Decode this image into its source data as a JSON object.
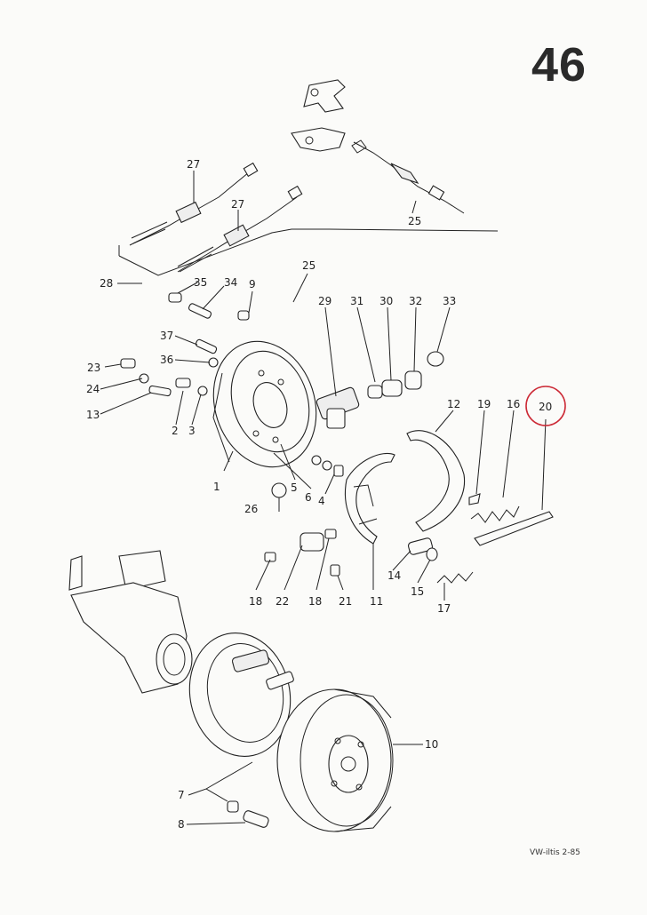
{
  "page": {
    "number": "46",
    "footer": "VW-iltis 2-85"
  },
  "labels": {
    "p1": "1",
    "p2": "2",
    "p3": "3",
    "p4": "4",
    "p5": "5",
    "p6": "6",
    "p7": "7",
    "p8": "8",
    "p9": "9",
    "p10": "10",
    "p11": "11",
    "p12": "12",
    "p13": "13",
    "p14": "14",
    "p15": "15",
    "p16": "16",
    "p17": "17",
    "p18a": "18",
    "p18b": "18",
    "p19": "19",
    "p20": "20",
    "p21": "21",
    "p22": "22",
    "p23": "23",
    "p24": "24",
    "p25a": "25",
    "p25b": "25",
    "p26": "26",
    "p27a": "27",
    "p27b": "27",
    "p28": "28",
    "p29": "29",
    "p30": "30",
    "p31": "31",
    "p32": "32",
    "p33": "33",
    "p34": "34",
    "p35": "35",
    "p36": "36",
    "p37": "37"
  },
  "highlight": {
    "part": "20",
    "color": "#cc2a36"
  }
}
